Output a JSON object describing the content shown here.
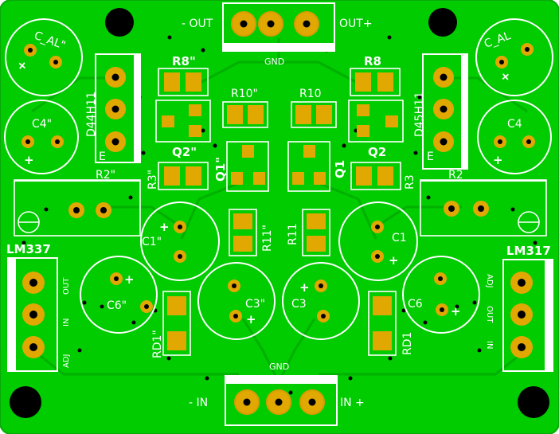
{
  "colors": {
    "board": "#00cc00",
    "board_edge": "#0aa80a",
    "trace": "#00b000",
    "copper": "#e0a800",
    "pad_ring": "#d89c00",
    "silkscreen": "#ffffff",
    "hole": "#000000",
    "frame": "#ffffff"
  },
  "labels": {
    "out_minus": "- OUT",
    "out_plus": "OUT+",
    "gnd_top": "GND",
    "gnd_bottom": "GND",
    "in_minus": "- IN",
    "in_plus": "IN +",
    "c_al_left": "C_AL\"",
    "c_al_right": "C_AL",
    "c4_left": "C4\"",
    "c4_right": "C4",
    "d44h11": "D44H11",
    "d45h11": "D45H11",
    "e_left": "E",
    "e_right": "E",
    "r8_left": "R8\"",
    "r8_right": "R8",
    "r10_left": "R10\"",
    "r10_right": "R10",
    "q2_left": "Q2\"",
    "q2_right": "Q2",
    "q1_left": "Q1\"",
    "q1_right": "Q1",
    "r3_left": "R3\"",
    "r3_right": "R3",
    "r2_left": "R2\"",
    "r2_right": "R2",
    "r11_left": "R11\"",
    "r11_right": "R11",
    "c1_left": "C1\"",
    "c1_right": "C1",
    "c3_left": "C3\"",
    "c3_right": "C3",
    "c6_left": "C6\"",
    "c6_right": "C6",
    "rd1_left": "RD1\"",
    "rd1_right": "RD1",
    "lm337": "LM337",
    "lm317": "LM317",
    "out_l": "OUT",
    "in_l": "IN",
    "adj_l": "ADJ",
    "adj_r": "ADJ",
    "out_r": "OUT",
    "in_r": "IN",
    "plus": "+"
  }
}
